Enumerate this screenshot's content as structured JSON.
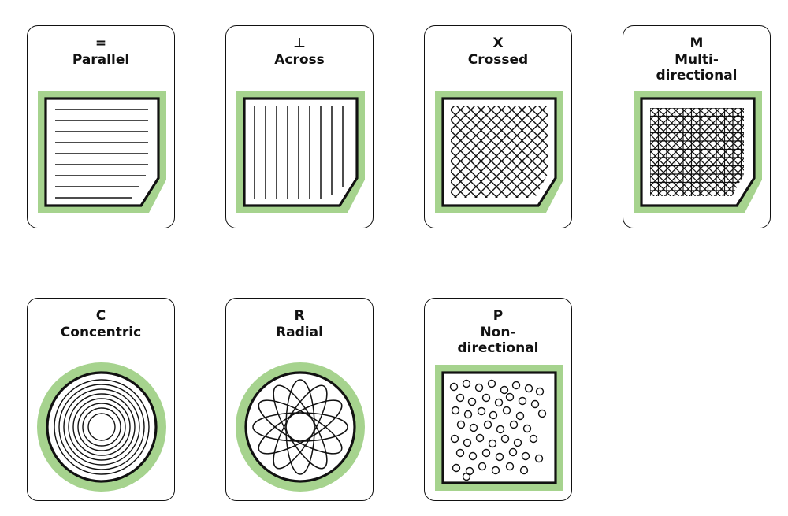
{
  "colors": {
    "green": "#a6d38e",
    "ink": "#111111",
    "paper": "#ffffff"
  },
  "cards": [
    {
      "symbol": "=",
      "label": "Parallel",
      "pattern": "parallel"
    },
    {
      "symbol": "⊥",
      "label": "Across",
      "pattern": "across"
    },
    {
      "symbol": "X",
      "label": "Crossed",
      "pattern": "crossed"
    },
    {
      "symbol": "M",
      "label": "Multi-\ndirectional",
      "pattern": "multi"
    },
    {
      "symbol": "C",
      "label": "Concentric",
      "pattern": "concentric"
    },
    {
      "symbol": "R",
      "label": "Radial",
      "pattern": "radial"
    },
    {
      "symbol": "P",
      "label": "Non-\ndirectional",
      "pattern": "nondirectional"
    }
  ]
}
